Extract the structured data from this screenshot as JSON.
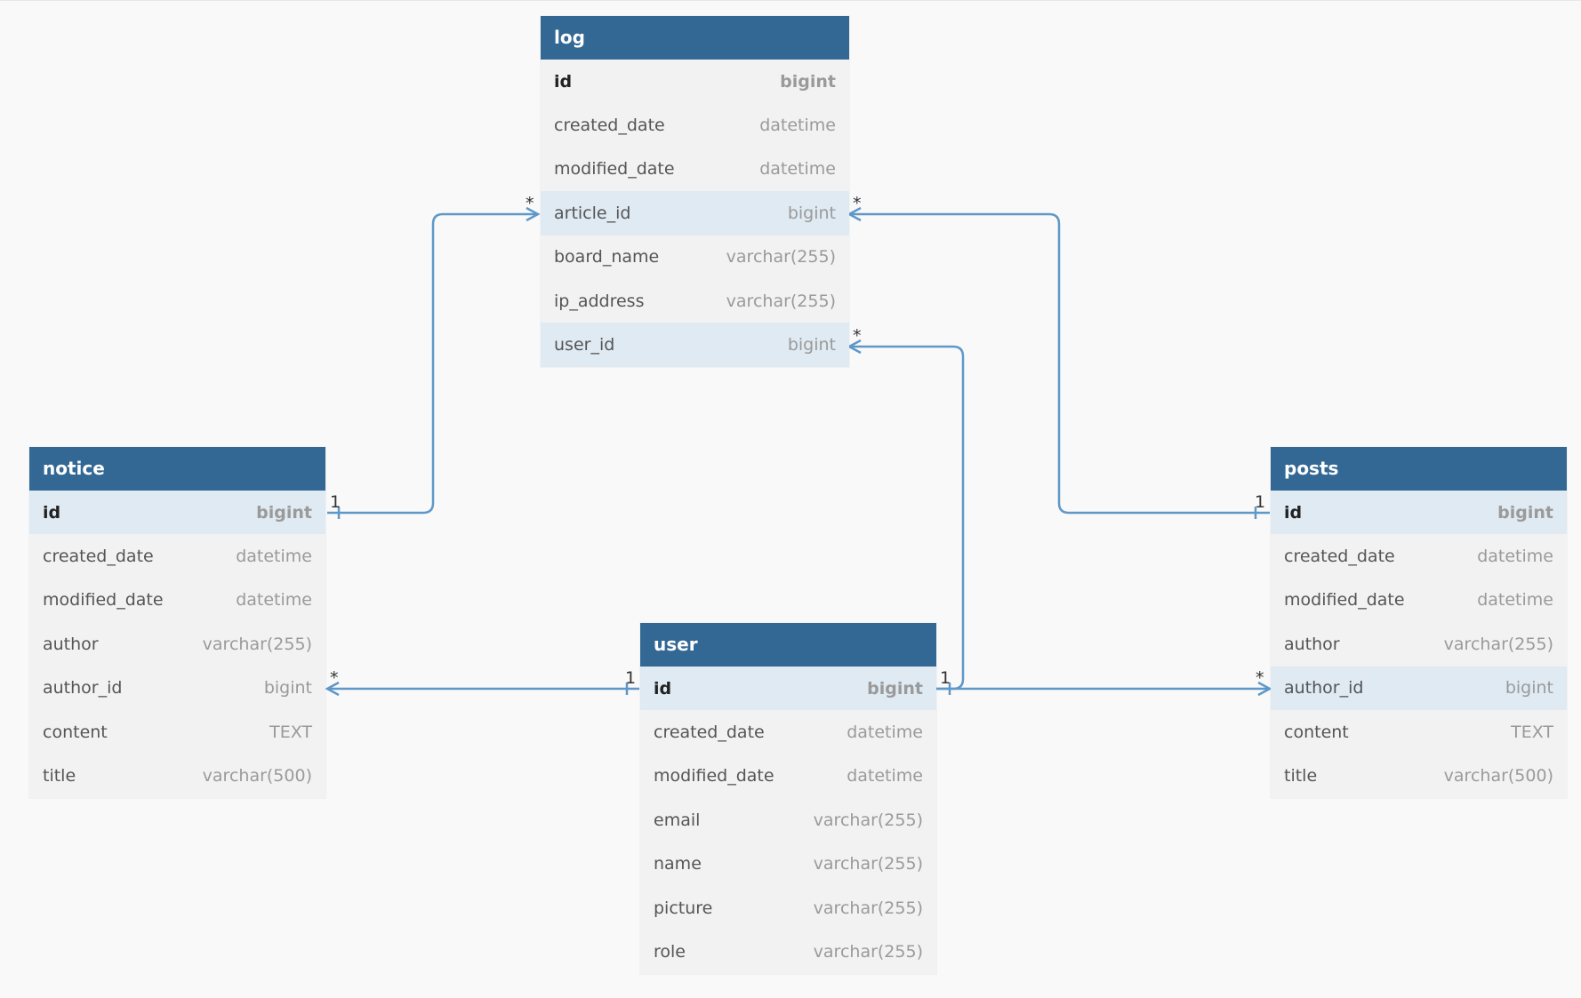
{
  "colors": {
    "header_bg": "#336895",
    "header_text": "#ffffff",
    "row_bg": "#f2f2f2",
    "row_highlight": "#dfeaf3",
    "link": "#5f98c8"
  },
  "tables": {
    "log": {
      "name": "log",
      "columns": [
        {
          "name": "id",
          "type": "bigint",
          "pk": true,
          "rel": false
        },
        {
          "name": "created_date",
          "type": "datetime",
          "pk": false,
          "rel": false
        },
        {
          "name": "modified_date",
          "type": "datetime",
          "pk": false,
          "rel": false
        },
        {
          "name": "article_id",
          "type": "bigint",
          "pk": false,
          "rel": true
        },
        {
          "name": "board_name",
          "type": "varchar(255)",
          "pk": false,
          "rel": false
        },
        {
          "name": "ip_address",
          "type": "varchar(255)",
          "pk": false,
          "rel": false
        },
        {
          "name": "user_id",
          "type": "bigint",
          "pk": false,
          "rel": true
        }
      ]
    },
    "notice": {
      "name": "notice",
      "columns": [
        {
          "name": "id",
          "type": "bigint",
          "pk": true,
          "rel": true
        },
        {
          "name": "created_date",
          "type": "datetime",
          "pk": false,
          "rel": false
        },
        {
          "name": "modified_date",
          "type": "datetime",
          "pk": false,
          "rel": false
        },
        {
          "name": "author",
          "type": "varchar(255)",
          "pk": false,
          "rel": false
        },
        {
          "name": "author_id",
          "type": "bigint",
          "pk": false,
          "rel": false
        },
        {
          "name": "content",
          "type": "TEXT",
          "pk": false,
          "rel": false
        },
        {
          "name": "title",
          "type": "varchar(500)",
          "pk": false,
          "rel": false
        }
      ]
    },
    "posts": {
      "name": "posts",
      "columns": [
        {
          "name": "id",
          "type": "bigint",
          "pk": true,
          "rel": true
        },
        {
          "name": "created_date",
          "type": "datetime",
          "pk": false,
          "rel": false
        },
        {
          "name": "modified_date",
          "type": "datetime",
          "pk": false,
          "rel": false
        },
        {
          "name": "author",
          "type": "varchar(255)",
          "pk": false,
          "rel": false
        },
        {
          "name": "author_id",
          "type": "bigint",
          "pk": false,
          "rel": true
        },
        {
          "name": "content",
          "type": "TEXT",
          "pk": false,
          "rel": false
        },
        {
          "name": "title",
          "type": "varchar(500)",
          "pk": false,
          "rel": false
        }
      ]
    },
    "user": {
      "name": "user",
      "columns": [
        {
          "name": "id",
          "type": "bigint",
          "pk": true,
          "rel": true
        },
        {
          "name": "created_date",
          "type": "datetime",
          "pk": false,
          "rel": false
        },
        {
          "name": "modified_date",
          "type": "datetime",
          "pk": false,
          "rel": false
        },
        {
          "name": "email",
          "type": "varchar(255)",
          "pk": false,
          "rel": false
        },
        {
          "name": "name",
          "type": "varchar(255)",
          "pk": false,
          "rel": false
        },
        {
          "name": "picture",
          "type": "varchar(255)",
          "pk": false,
          "rel": false
        },
        {
          "name": "role",
          "type": "varchar(255)",
          "pk": false,
          "rel": false
        }
      ]
    }
  },
  "relationships": [
    {
      "from": "log.article_id",
      "to": "notice.id",
      "from_cardinality": "*",
      "to_cardinality": "1"
    },
    {
      "from": "log.article_id",
      "to": "posts.id",
      "from_cardinality": "*",
      "to_cardinality": "1"
    },
    {
      "from": "log.user_id",
      "to": "user.id",
      "from_cardinality": "*",
      "to_cardinality": "1"
    },
    {
      "from": "notice.author_id",
      "to": "user.id",
      "from_cardinality": "*",
      "to_cardinality": "1"
    },
    {
      "from": "posts.author_id",
      "to": "user.id",
      "from_cardinality": "*",
      "to_cardinality": "1"
    }
  ]
}
